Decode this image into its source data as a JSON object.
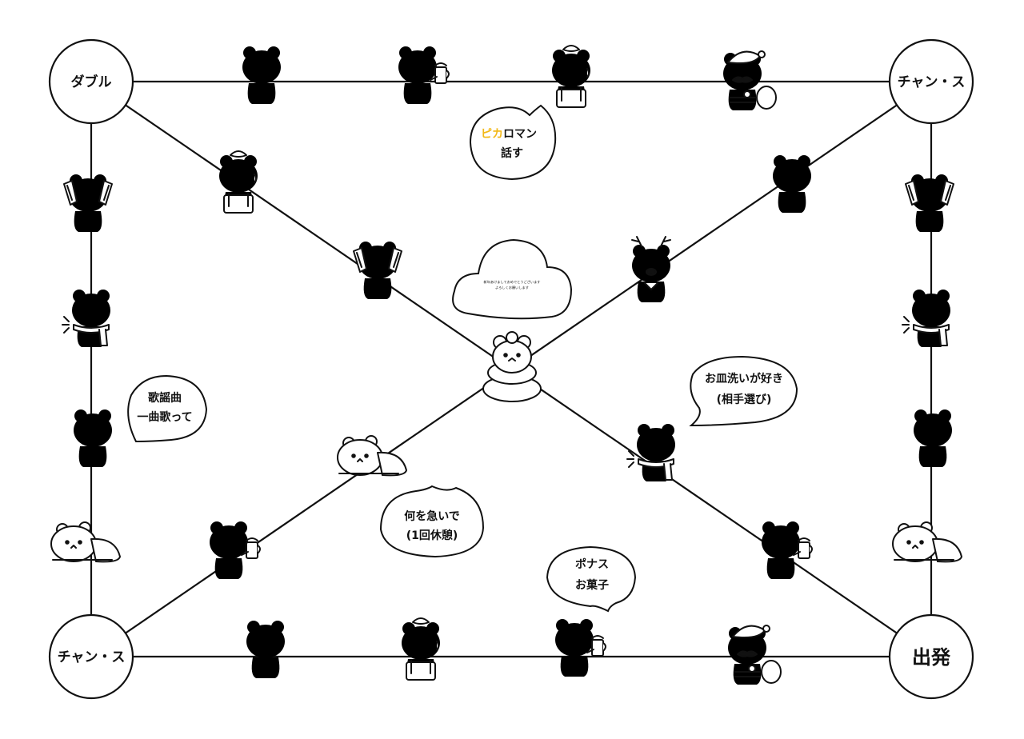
{
  "corners": {
    "top_left": "ダブル",
    "top_right": "チャン・ス",
    "bottom_left": "チャン・ス",
    "bottom_right": "出発"
  },
  "bubbles": {
    "top": {
      "highlight": "ピカ",
      "line1_rest": "ロマン",
      "line2": "話す"
    },
    "left": {
      "line1": "歌謡曲",
      "line2": "一曲歌って"
    },
    "right": {
      "line1": "お皿洗いが好き",
      "line2": "(相手選び)"
    },
    "center_low": {
      "line1": "何を急いで",
      "line2": "(1回休憩)"
    },
    "bottom": {
      "line1": "ポナス",
      "line2": "お菓子"
    }
  },
  "cloud": {
    "line1": "新年あけましておめでとうございます",
    "line2": "よろしくお願いします"
  },
  "colors": {
    "highlight": "#f2b817",
    "ink": "#111111"
  },
  "icons": [
    "bear-plain-icon",
    "bear-beer-icon",
    "bear-apron-icon",
    "bear-santa-icon",
    "bear-fan-icon",
    "bear-scarf-icon",
    "bear-lying-icon",
    "bear-reindeer-icon",
    "bear-kagamimochi-icon"
  ]
}
